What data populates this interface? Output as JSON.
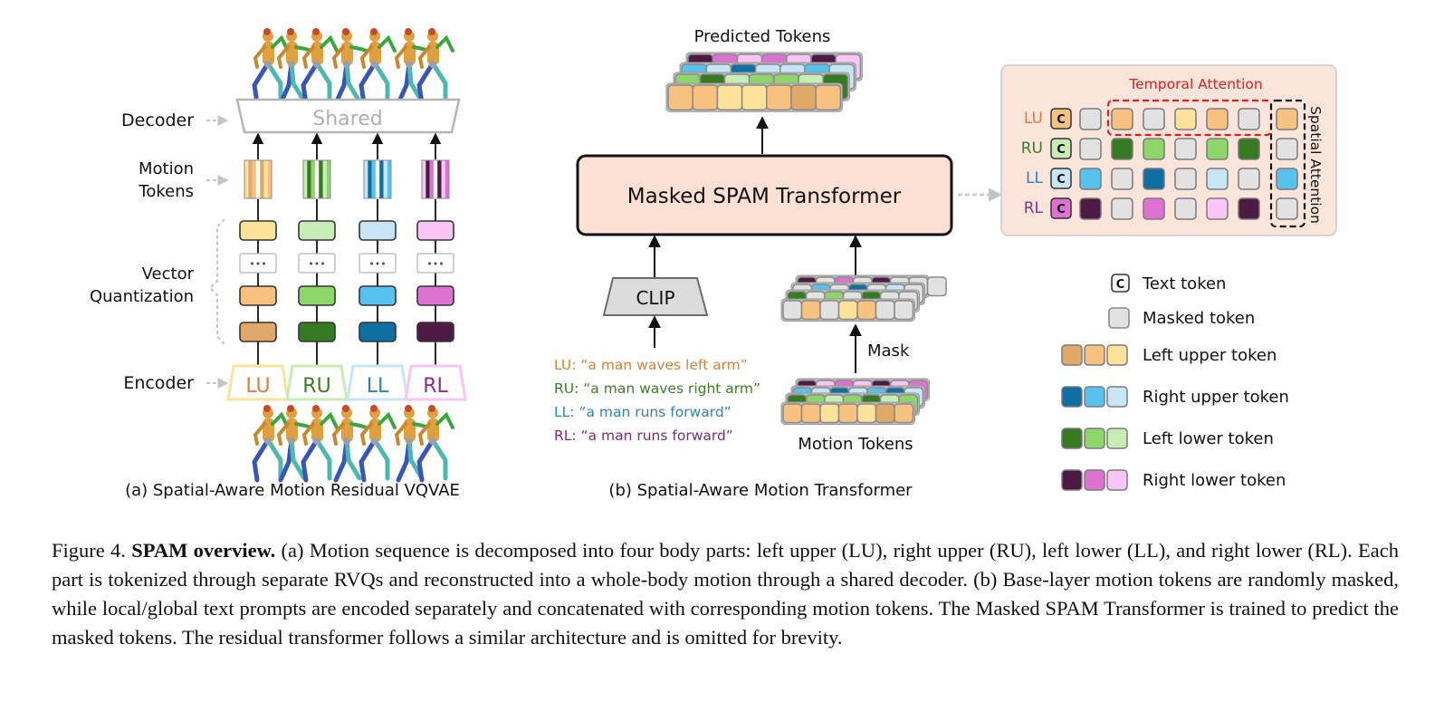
{
  "colors": {
    "lu": [
      "#e0a96a",
      "#f7c27f",
      "#fde39a"
    ],
    "ru": [
      "#0f6fa0",
      "#58c2ee",
      "#c6e6f6"
    ],
    "ll": [
      "#367a22",
      "#8ed66a",
      "#c7ecb5"
    ],
    "rl": [
      "#4d1a46",
      "#dd72d2",
      "#f9c5f6"
    ],
    "masked": "#e2e2e2",
    "lu_label": "#e07d34",
    "ru_label": "#3c7d26",
    "ll_label": "#2a83bb",
    "rl_label": "#8c2f8c",
    "temporal": "#e02020",
    "transformer_fill": "#fbe0d3",
    "attention_fill": "#fbe5da"
  },
  "panel_a": {
    "decoder_label": "Decoder",
    "shared_label": "Shared",
    "motion_tokens_label_1": "Motion",
    "motion_tokens_label_2": "Tokens",
    "vq_label_1": "Vector",
    "vq_label_2": "Quantization",
    "encoder_label": "Encoder",
    "ellipsis": "•••",
    "parts": [
      "LU",
      "RU",
      "LL",
      "RL"
    ],
    "caption": "(a) Spatial-Aware Motion Residual VQVAE"
  },
  "panel_b": {
    "predicted_tokens_label": "Predicted Tokens",
    "transformer_label": "Masked SPAM Transformer",
    "clip_label": "CLIP",
    "mask_label": "Mask",
    "motion_tokens_label": "Motion Tokens",
    "prompts": [
      "LU: “a man waves left arm”",
      "RU: “a man waves right arm”",
      "LL: “a man runs forward”",
      "RL: “a man runs forward”"
    ],
    "caption": "(b) Spatial-Aware Motion Transformer"
  },
  "panel_c": {
    "temporal_attention_label": "Temporal Attention",
    "spatial_attention_label": "Spatial Attention",
    "row_labels": [
      "LU",
      "RU",
      "LL",
      "RL"
    ],
    "c_glyph": "C",
    "legend": {
      "text_token": "Text token",
      "masked_token": "Masked token",
      "left_upper": "Left upper token",
      "right_upper": "Right upper token",
      "left_lower": "Left lower token",
      "right_lower": "Right lower token"
    }
  },
  "caption": {
    "prefix": "Figure 4.",
    "bold": "SPAM overview.",
    "body": "(a) Motion sequence is decomposed into four body parts: left upper (LU), right upper (RU), left lower (LL), and right lower (RL). Each part is tokenized through separate RVQs and reconstructed into a whole-body motion through a shared decoder. (b) Base-layer motion tokens are randomly masked, while local/global text prompts are encoded separately and concatenated with corresponding motion tokens.  The Masked SPAM Transformer is trained to predict the masked tokens.  The residual transformer follows a similar architecture and is omitted for brevity."
  }
}
